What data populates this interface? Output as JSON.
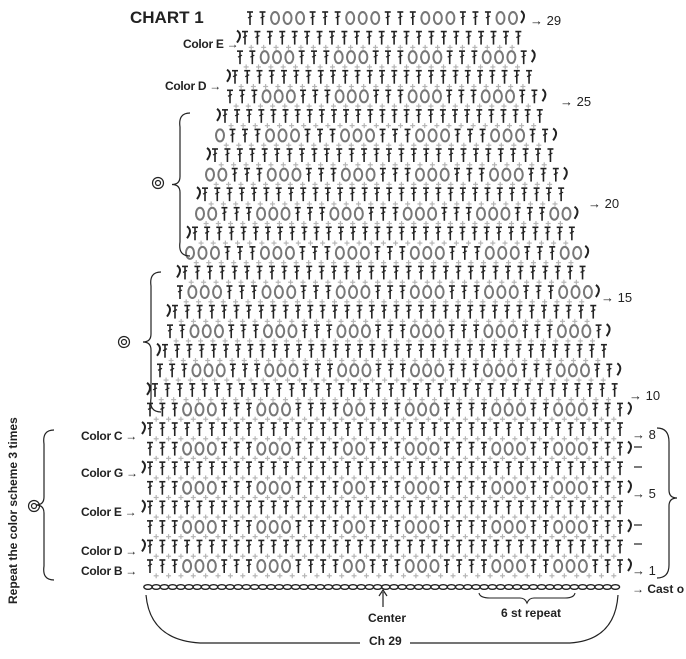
{
  "chart": {
    "title": "CHART 1",
    "color_labels_upper": [
      "Color E",
      "Color D"
    ],
    "color_labels_lower": [
      "Color C",
      "Color G",
      "Color E",
      "Color D",
      "Color B"
    ],
    "arrow": "→",
    "repeat_text": "Repeat the color scheme 3 times",
    "row_numbers": [
      {
        "row": 1,
        "text": "1"
      },
      {
        "row": 5,
        "text": "5"
      },
      {
        "row": 8,
        "text": "8"
      },
      {
        "row": 10,
        "text": "10"
      },
      {
        "row": 15,
        "text": "15"
      },
      {
        "row": 20,
        "text": "20"
      },
      {
        "row": 25,
        "text": "25"
      },
      {
        "row": 29,
        "text": "29"
      }
    ],
    "cast_on": "Cast o",
    "center_label": "Center",
    "repeat_label": "6 st repeat",
    "chain_label": "Ch 29",
    "rows": 29
  },
  "colors": {
    "ink": "#222222",
    "stitch_gray": "#777777",
    "light_gray": "#b5b5b5"
  },
  "icons": {
    "double_circle": "double-circle-icon",
    "bracket": "curly-bracket-icon"
  }
}
